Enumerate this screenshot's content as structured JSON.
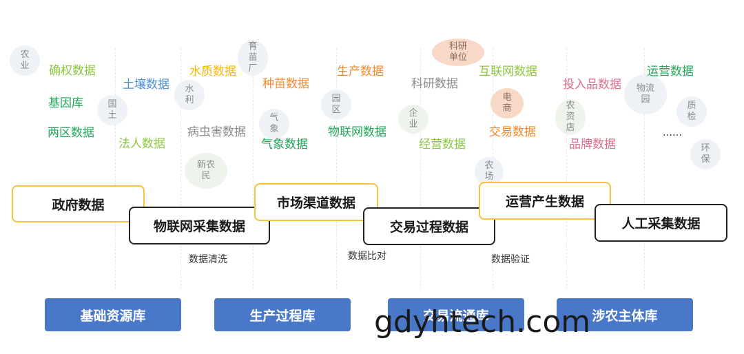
{
  "bubbles": {
    "nongye": "农\n业",
    "guotu": "国\n土",
    "shuili": "水\n利",
    "yumiaochang": "育\n苗\n厂",
    "xinnongmin": "新农\n民",
    "qixiang": "气\n象",
    "yuanqu": "园\n区",
    "qiye": "企\n业",
    "keyandanwei": "科研\n单位",
    "dianshang": "电\n商",
    "nongchang": "农\n场",
    "nongzidian": "农\n资\n店",
    "wuliuyuan": "物流\n园",
    "zhijian": "质\n检",
    "huanbao": "环\n保"
  },
  "labels": {
    "queduan": "确权数据",
    "jiyinku": "基因库",
    "liangqu": "两区数据",
    "turang": "土壤数据",
    "faren": "法人数据",
    "shuizhi": "水质数据",
    "bingchonghai": "病虫害数据",
    "zhongmiao": "种苗数据",
    "qixiangdata": "气象数据",
    "shengchan": "生产数据",
    "wulianwang": "物联网数据",
    "keyan": "科研数据",
    "jingying": "经营数据",
    "hulianwang": "互联网数据",
    "jiaoyi": "交易数据",
    "tourupin": "投入品数据",
    "pinpai": "品牌数据",
    "yunying": "运营数据",
    "ellipsis": "……"
  },
  "boxes": {
    "zhengfu": "政府数据",
    "wulianwangcaiji": "物联网采集数据",
    "shichangqudao": "市场渠道数据",
    "jiaoyiguocheng": "交易过程数据",
    "yunyingchansheng": "运营产生数据",
    "rengongcaiji": "人工采集数据"
  },
  "notes": {
    "qingxi": "数据清洗",
    "bidui": "数据比对",
    "yanzheng": "数据验证"
  },
  "buttons": {
    "jichu": "基础资源库",
    "shengchanguocheng": "生产过程库",
    "jiaoyiliutong": "交易流通库",
    "shenong": "涉农主体库"
  },
  "watermark": "gdyhtech.com"
}
